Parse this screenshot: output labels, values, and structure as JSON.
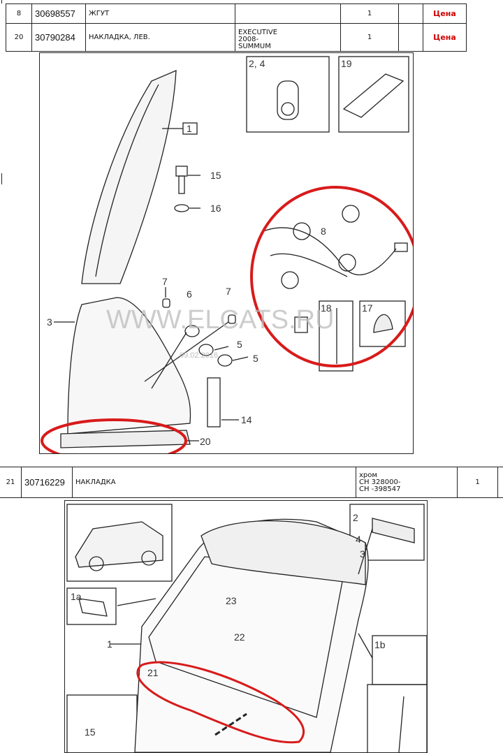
{
  "top_table": {
    "rows": [
      {
        "pos": "8",
        "part_no": "30698557",
        "name": "ЖГУТ",
        "note": [],
        "qty": "1",
        "extra": "",
        "price_link": "Цена"
      },
      {
        "pos": "20",
        "part_no": "30790284",
        "name": "НАКЛАДКА, ЛЕВ.",
        "note": [
          "EXECUTIVE",
          "2008-",
          "SUMMUM"
        ],
        "qty": "1",
        "extra": "",
        "price_link": "Цена"
      }
    ]
  },
  "diagram1": {
    "callouts": [
      "1",
      "15",
      "16",
      "3",
      "7",
      "6",
      "7",
      "5",
      "5",
      "14",
      "20",
      "8"
    ],
    "insets": [
      {
        "label": "2, 4"
      },
      {
        "label": "19"
      },
      {
        "label": "18"
      },
      {
        "label": "17"
      }
    ],
    "watermark": "WWW.ELCATS.RU",
    "date_stamp": "09.02.2016",
    "highlight_color": "#d81b1b"
  },
  "mid_table": {
    "rows": [
      {
        "pos": "21",
        "part_no": "30716229",
        "name": "НАКЛАДКА",
        "note": [
          "хром",
          "CH 328000-",
          "CH -398547"
        ],
        "qty": "1"
      }
    ]
  },
  "diagram2": {
    "callouts": [
      "2",
      "4",
      "3",
      "1a",
      "23",
      "22",
      "1",
      "1b",
      "21",
      "15"
    ],
    "highlight_color": "#d81b1b"
  }
}
